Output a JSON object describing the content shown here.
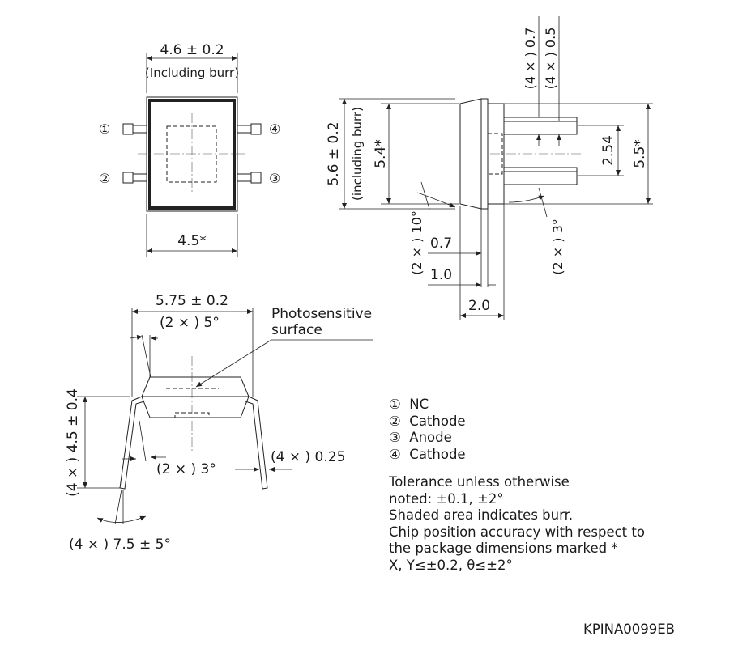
{
  "dimensions": {
    "top_width": "4.6 ± 0.2",
    "top_width_note": "(Including burr)",
    "top_bottom_width": "4.5*",
    "side_height": "5.6 ± 0.2",
    "side_height_note": "(including burr)",
    "side_inner_height": "5.4*",
    "lead_width": "(4 × ) 0.7",
    "lead_width2": "(4 × ) 0.5",
    "lead_pitch": "2.54",
    "right_height": "5.5*",
    "angle_10": "(2 × ) 10°",
    "angle_3": "(2 × ) 3°",
    "dim_07": "0.7",
    "dim_10": "1.0",
    "dim_20": "2.0",
    "front_width": "5.75 ± 0.2",
    "front_angle_5": "(2 × ) 5°",
    "photosensitive_label_1": "Photosensitive",
    "photosensitive_label_2": "surface",
    "front_height": "(4 × ) 4.5 ± 0.4",
    "front_angle_3": "(2 × ) 3°",
    "lead_thickness": "(4 × ) 0.25",
    "lead_angle": "(4 × ) 7.5 ± 5°"
  },
  "pins": [
    {
      "num": "①",
      "name": "NC"
    },
    {
      "num": "②",
      "name": "Cathode"
    },
    {
      "num": "③",
      "name": "Anode"
    },
    {
      "num": "④",
      "name": "Cathode"
    }
  ],
  "notes": [
    "Tolerance unless otherwise",
    "noted: ±0.1, ±2°",
    "Shaded area indicates burr.",
    "Chip position accuracy with respect to",
    "the package dimensions marked *",
    "X, Y≤±0.2, θ≤±2°"
  ],
  "drawing_code": "KPINA0099EB"
}
